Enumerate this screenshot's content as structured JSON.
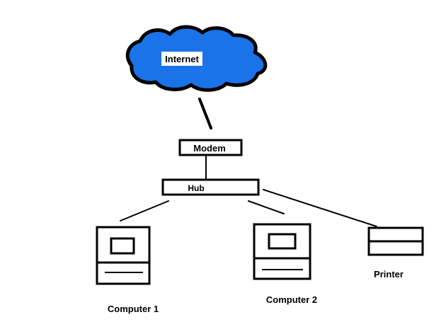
{
  "diagram": {
    "nodes": {
      "internet": {
        "label": "Internet",
        "icon": "cloud-icon",
        "fill": "#1a73e8",
        "stroke": "#000000"
      },
      "modem": {
        "label": "Modem",
        "icon": "modem-box"
      },
      "hub": {
        "label": "Hub",
        "icon": "hub-box"
      },
      "computer1": {
        "label": "Computer 1",
        "icon": "computer-icon"
      },
      "computer2": {
        "label": "Computer 2",
        "icon": "computer-icon"
      },
      "printer": {
        "label": "Printer",
        "icon": "printer-icon"
      }
    },
    "edges": [
      {
        "from": "internet",
        "to": "modem"
      },
      {
        "from": "modem",
        "to": "hub"
      },
      {
        "from": "hub",
        "to": "computer1"
      },
      {
        "from": "hub",
        "to": "computer2"
      },
      {
        "from": "hub",
        "to": "printer"
      }
    ]
  }
}
